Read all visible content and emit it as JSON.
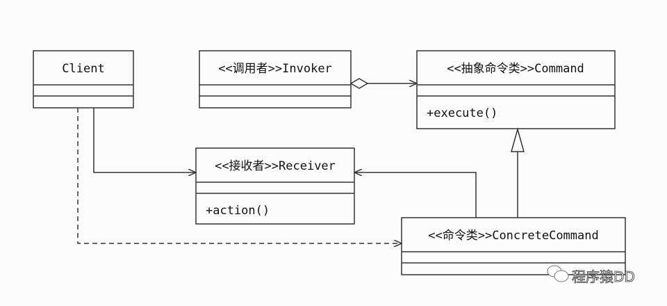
{
  "classes": {
    "client": {
      "name": "Client"
    },
    "invoker": {
      "name": "<<调用者>>Invoker"
    },
    "command": {
      "name": "<<抽象命令类>>Command",
      "method": "+execute()"
    },
    "receiver": {
      "name": "<<接收者>>Receiver",
      "method": "+action()"
    },
    "concrete": {
      "name": "<<命令类>>ConcreteCommand"
    }
  },
  "watermark": "程序猿DD",
  "colors": {
    "line": "#333333",
    "background": "#fcfcfc"
  }
}
